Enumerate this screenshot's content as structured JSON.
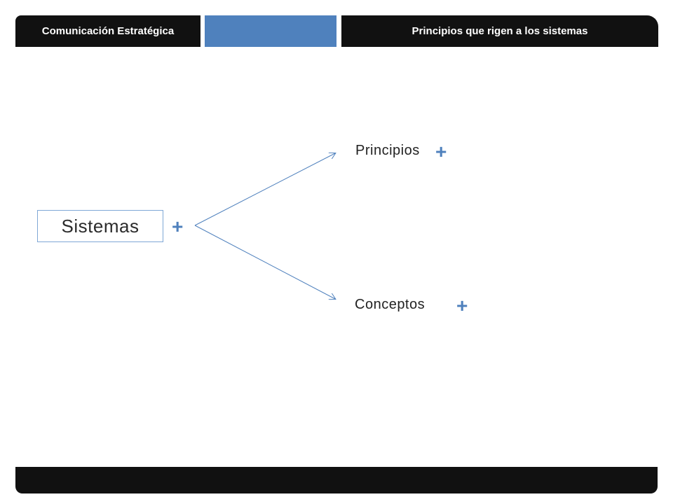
{
  "header": {
    "left_tab": "Comunicación Estratégica",
    "middle_tab": "",
    "right_tab": "Principios que rigen a los sistemas"
  },
  "diagram": {
    "root": {
      "label": "Sistemas",
      "expand": "+"
    },
    "children": [
      {
        "label": "Principios",
        "expand": "+"
      },
      {
        "label": "Conceptos",
        "expand": "+"
      }
    ],
    "connector_color": "#4f81bd"
  },
  "colors": {
    "dark_bar": "#111111",
    "accent": "#4f81bd"
  }
}
